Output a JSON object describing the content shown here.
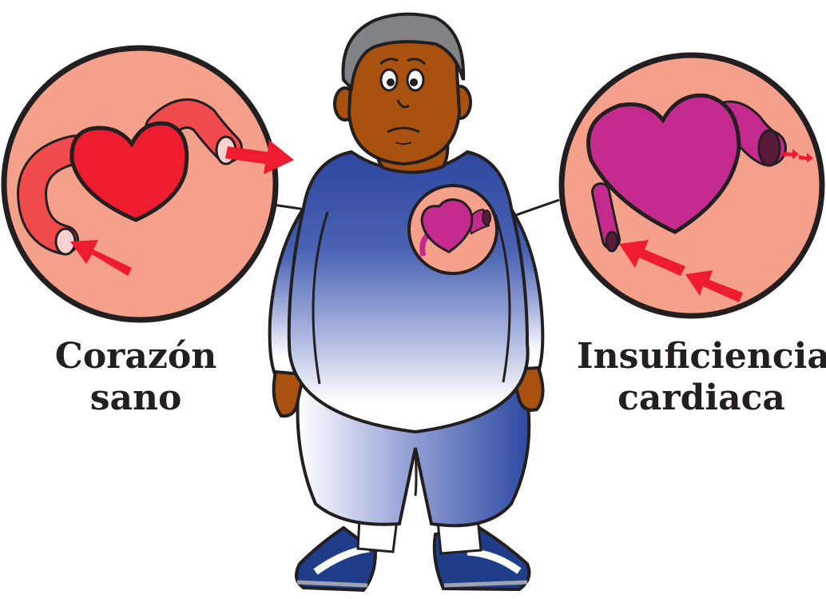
{
  "labels": {
    "healthy": {
      "line1": "Corazón",
      "line2": "sano"
    },
    "failure": {
      "line1": "Insuficiencia",
      "line2": "cardiaca"
    }
  },
  "colors": {
    "circle_fill": "#f5a08a",
    "healthy_heart": "#ee1c2e",
    "healthy_vessel": "#f04a4c",
    "failing_heart": "#c52b8f",
    "arrow": "#ee1c2e",
    "skin": "#a9520f",
    "hair": "#808285",
    "shirt_top": "#2f4aa0",
    "pants": "#3a5bb0",
    "shoes": "#1f3d88",
    "outline": "#231f20"
  }
}
